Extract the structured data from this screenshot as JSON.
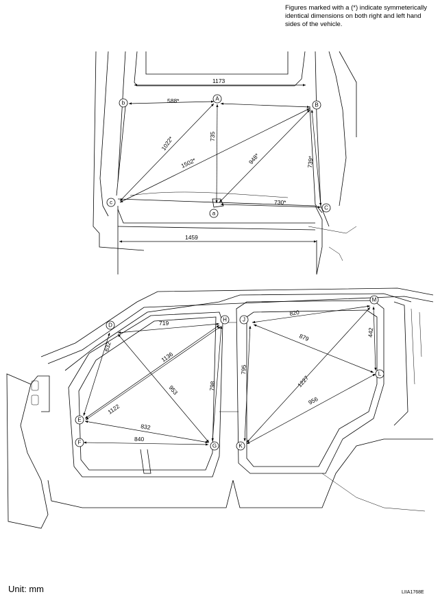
{
  "note": {
    "line1": "Figures marked with a  (*) indicate symmeterically",
    "line2": "identical dimensions on both right and left hand",
    "line3": "sides of the vehicle."
  },
  "unit_label": "Unit: mm",
  "figure_code": "LIIA1768E",
  "top_view": {
    "points": {
      "A": "A",
      "B": "B",
      "C": "C",
      "a": "a",
      "b": "b",
      "c": "c"
    },
    "dims": {
      "d1173": "1173",
      "d588": "588*",
      "d1022": "1022*",
      "d735": "735",
      "d1502": "1502*",
      "d948": "948*",
      "d739": "739*",
      "d730": "730*",
      "d1459": "1459"
    }
  },
  "side_view": {
    "points": {
      "D": "D",
      "E": "E",
      "F": "F",
      "G": "G",
      "H": "H",
      "J": "J",
      "K": "K",
      "L": "L",
      "M": "M"
    },
    "dims": {
      "d719": "719",
      "d632": "632",
      "d1136": "1136",
      "d953": "953",
      "d798": "798",
      "d1122": "1122",
      "d832": "832",
      "d840": "840",
      "d820": "820",
      "d879": "879",
      "d442": "442",
      "d795": "795",
      "d1227": "1227",
      "d956": "956"
    }
  }
}
